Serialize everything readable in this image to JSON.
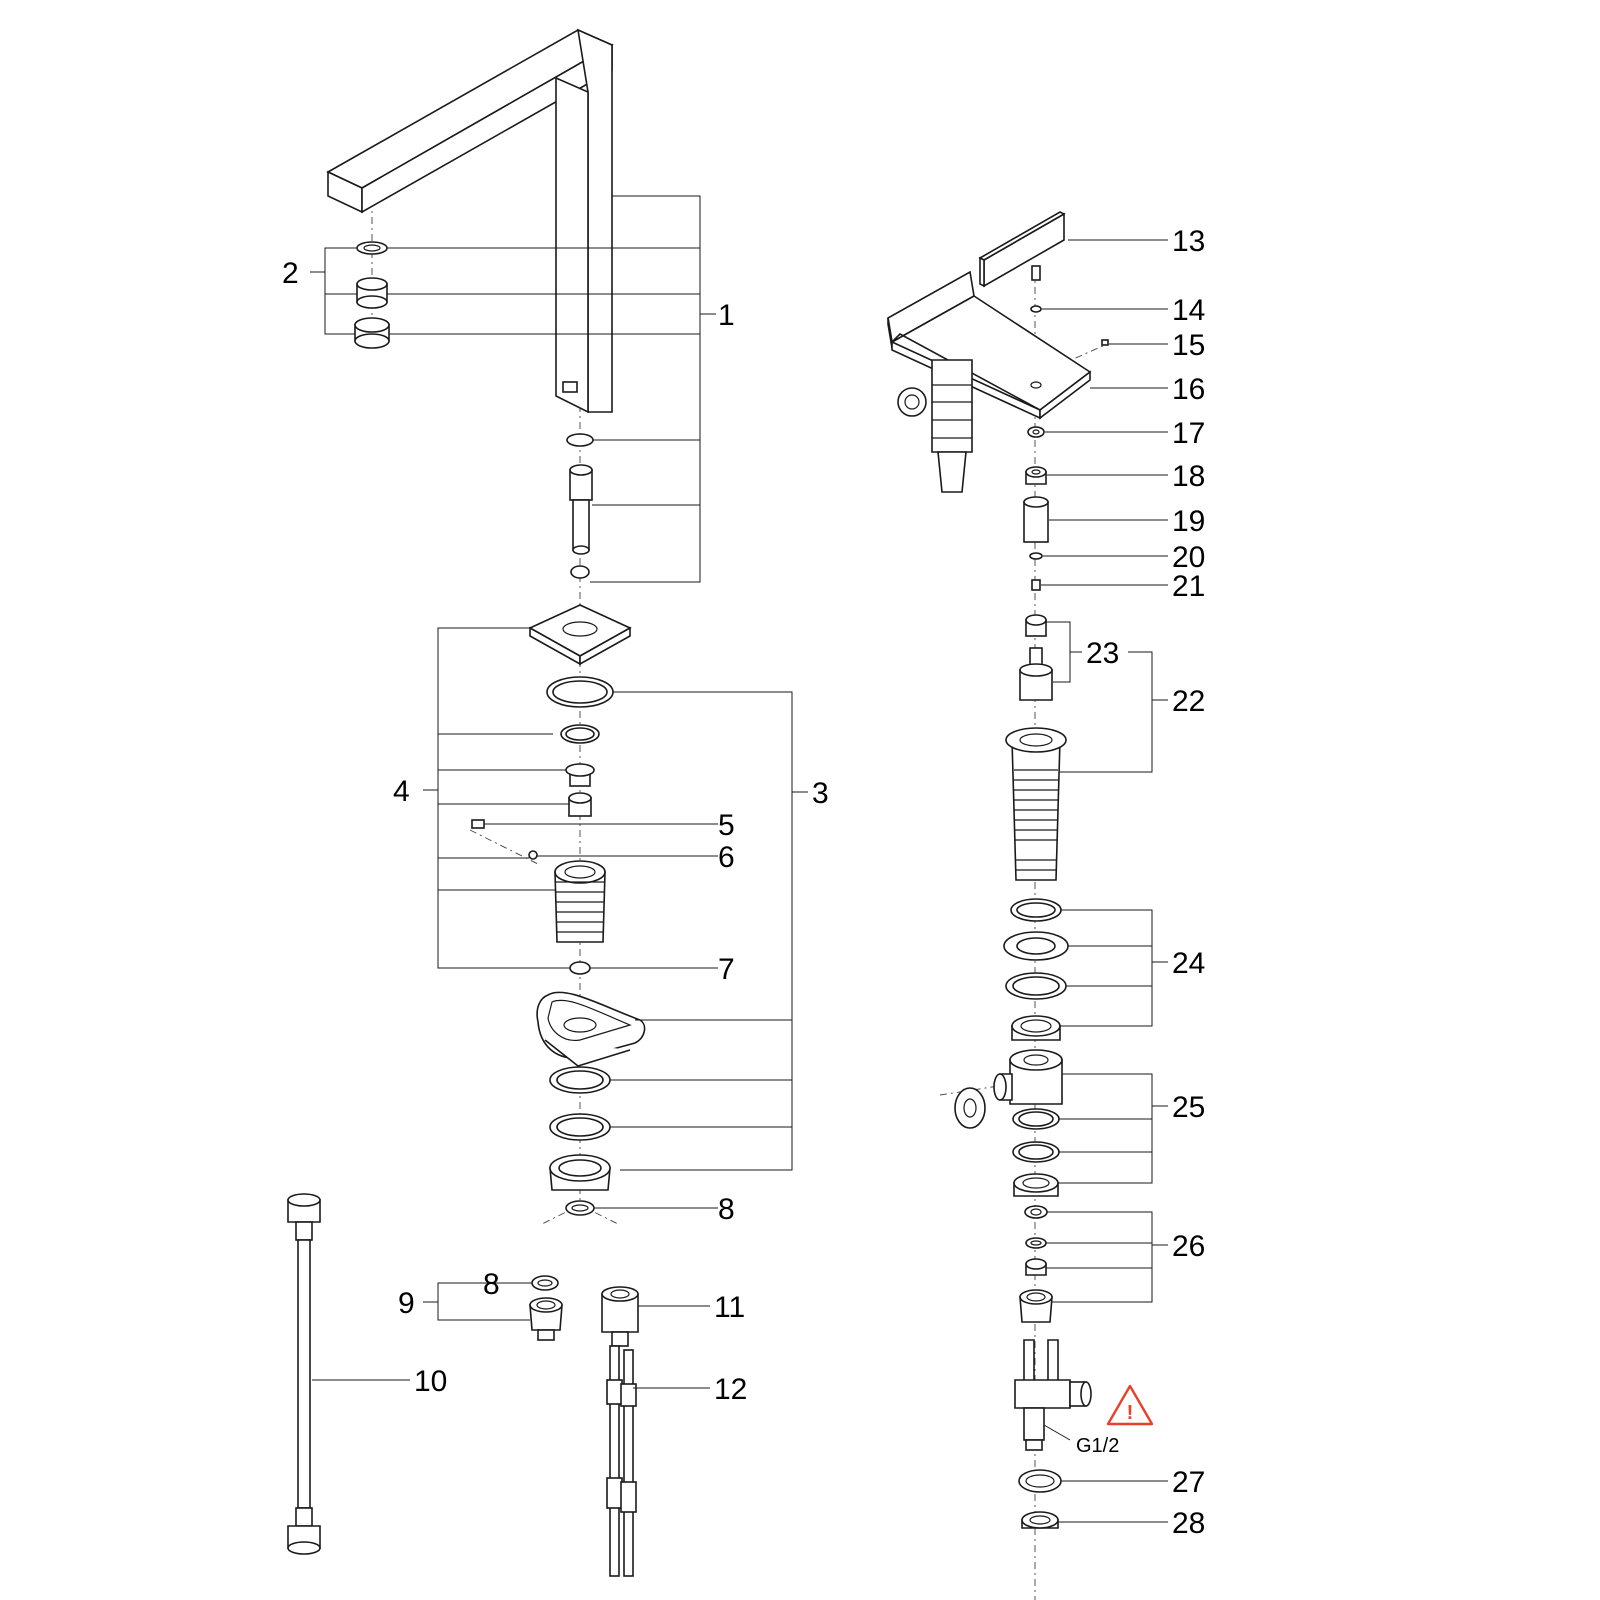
{
  "callouts": [
    {
      "id": "1",
      "text": "1"
    },
    {
      "id": "2",
      "text": "2"
    },
    {
      "id": "3",
      "text": "3"
    },
    {
      "id": "4",
      "text": "4"
    },
    {
      "id": "5",
      "text": "5"
    },
    {
      "id": "6",
      "text": "6"
    },
    {
      "id": "7",
      "text": "7"
    },
    {
      "id": "8a",
      "text": "8"
    },
    {
      "id": "8b",
      "text": "8"
    },
    {
      "id": "9",
      "text": "9"
    },
    {
      "id": "10",
      "text": "10"
    },
    {
      "id": "11",
      "text": "11"
    },
    {
      "id": "12",
      "text": "12"
    },
    {
      "id": "13",
      "text": "13"
    },
    {
      "id": "14",
      "text": "14"
    },
    {
      "id": "15",
      "text": "15"
    },
    {
      "id": "16",
      "text": "16"
    },
    {
      "id": "17",
      "text": "17"
    },
    {
      "id": "18",
      "text": "18"
    },
    {
      "id": "19",
      "text": "19"
    },
    {
      "id": "20",
      "text": "20"
    },
    {
      "id": "21",
      "text": "21"
    },
    {
      "id": "22",
      "text": "22"
    },
    {
      "id": "23",
      "text": "23"
    },
    {
      "id": "24",
      "text": "24"
    },
    {
      "id": "25",
      "text": "25"
    },
    {
      "id": "26",
      "text": "26"
    },
    {
      "id": "27",
      "text": "27"
    },
    {
      "id": "28",
      "text": "28"
    }
  ],
  "thread_spec": "G1/2",
  "warning": {
    "symbol": "!",
    "color": "#e8402a"
  }
}
